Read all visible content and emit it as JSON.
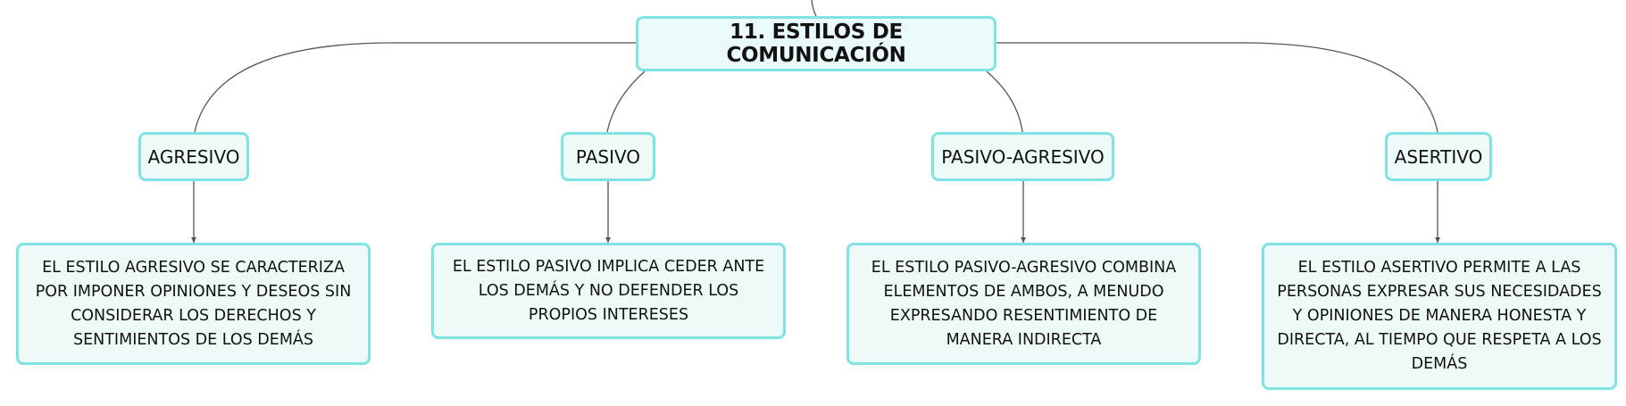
{
  "root": {
    "title": "11. ESTILOS DE COMUNICACIÓN"
  },
  "branches": [
    {
      "label": "AGRESIVO",
      "description": "EL ESTILO AGRESIVO SE CARACTERIZA POR IMPONER OPINIONES Y DESEOS SIN CONSIDERAR LOS DERECHOS Y SENTIMIENTOS DE LOS DEMÁS"
    },
    {
      "label": "PASIVO",
      "description": "EL ESTILO PASIVO IMPLICA CEDER ANTE LOS DEMÁS Y NO DEFENDER LOS PROPIOS INTERESES"
    },
    {
      "label": "PASIVO-AGRESIVO",
      "description": "EL ESTILO PASIVO-AGRESIVO COMBINA ELEMENTOS DE AMBOS, A MENUDO EXPRESANDO RESENTIMIENTO DE MANERA INDIRECTA"
    },
    {
      "label": "ASERTIVO",
      "description": "EL ESTILO ASERTIVO PERMITE A LAS PERSONAS EXPRESAR SUS NECESIDADES Y OPINIONES DE MANERA HONESTA Y DIRECTA, AL TIEMPO QUE RESPETA A LOS DEMÁS"
    }
  ],
  "colors": {
    "border": "#7fe3e3",
    "fill": "#eefafa",
    "line": "#555555"
  }
}
